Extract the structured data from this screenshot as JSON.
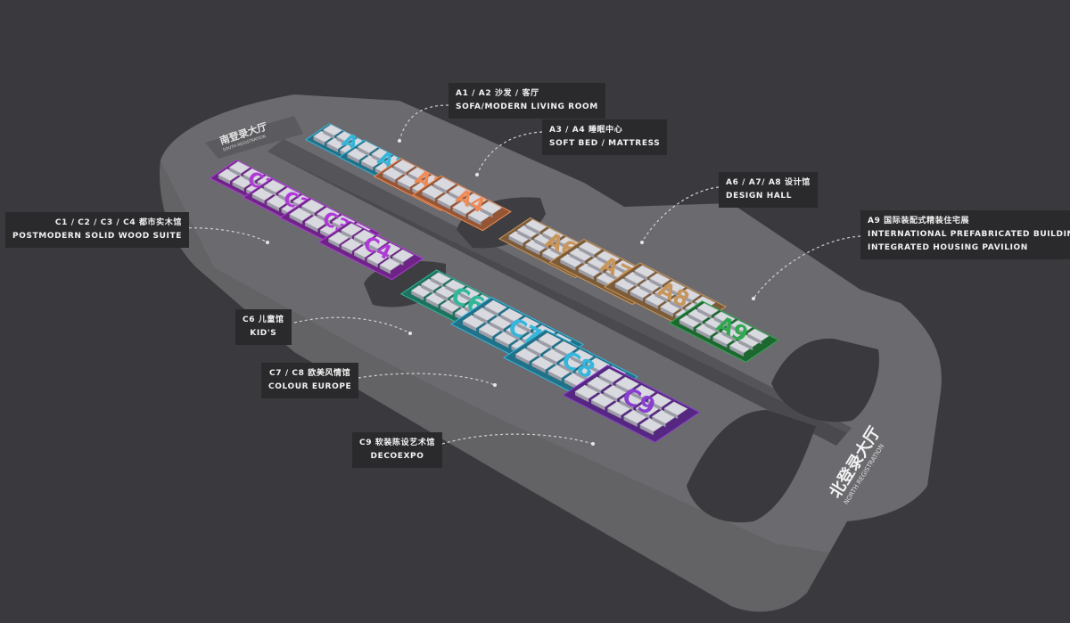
{
  "map": {
    "background": "#3a3a3e",
    "floor_color": "#6b6b6f",
    "floor_dark": "#5a5a5e",
    "spine_color": "#4a4a4e"
  },
  "registration": {
    "south_cn": "南登录大厅",
    "south_en": "SOUTH REGISTRATION",
    "north_cn": "北登录大厅",
    "north_en": "NORTH REGISTRATION"
  },
  "halls": [
    {
      "id": "A1",
      "color": "#37b5d9"
    },
    {
      "id": "A2",
      "color": "#37b5d9"
    },
    {
      "id": "A3",
      "color": "#f08a55"
    },
    {
      "id": "A4",
      "color": "#f08a55"
    },
    {
      "id": "A6",
      "color": "#c8955a"
    },
    {
      "id": "A7",
      "color": "#c8955a"
    },
    {
      "id": "A8",
      "color": "#c8955a"
    },
    {
      "id": "A9",
      "color": "#2fa84f"
    },
    {
      "id": "C1",
      "color": "#b03ad8"
    },
    {
      "id": "C2",
      "color": "#b03ad8"
    },
    {
      "id": "C3",
      "color": "#b03ad8"
    },
    {
      "id": "C4",
      "color": "#b03ad8"
    },
    {
      "id": "C6",
      "color": "#2fb89a"
    },
    {
      "id": "C7",
      "color": "#36b6dc"
    },
    {
      "id": "C8",
      "color": "#36b6dc"
    },
    {
      "id": "C9",
      "color": "#8a3fd0"
    }
  ],
  "labels": {
    "a1a2": {
      "line1": "A1 / A2  沙发 / 客厅",
      "line2": "SOFA/MODERN LIVING ROOM"
    },
    "a3a4": {
      "line1": "A3 / A4  睡眠中心",
      "line2": "SOFT BED / MATTRESS"
    },
    "a6a8": {
      "line1": "A6 / A7/ A8  设计馆",
      "line2": "DESIGN HALL"
    },
    "a9": {
      "line1": "A9  国际装配式精装住宅展",
      "line2": "INTERNATIONAL PREFABRICATED BUILDING &",
      "line3": "INTEGRATED HOUSING PAVILION"
    },
    "c1c4": {
      "line1": "C1 / C2 / C3 / C4  都市实木馆",
      "line2": "POSTMODERN SOLID WOOD SUITE"
    },
    "c6": {
      "line1": "C6  儿童馆",
      "line2": "KID'S"
    },
    "c7c8": {
      "line1": "C7 / C8  欧美风情馆",
      "line2": "COLOUR EUROPE"
    },
    "c9": {
      "line1": "C9  软装陈设艺术馆",
      "line2": "DECOEXPO"
    }
  }
}
